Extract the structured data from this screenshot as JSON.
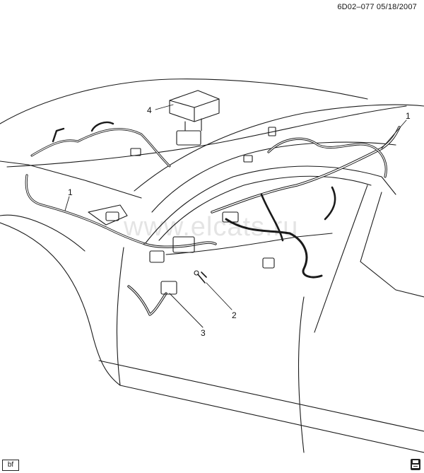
{
  "header": {
    "ref_code": "6D02–077  05/18/2007"
  },
  "footer": {
    "corner_tag": "bf"
  },
  "watermark": {
    "text": "www.elcats.ru"
  },
  "callouts": [
    {
      "id": "1a",
      "label": "1"
    },
    {
      "id": "1b",
      "label": "1"
    },
    {
      "id": "2",
      "label": "2"
    },
    {
      "id": "3",
      "label": "3"
    },
    {
      "id": "4",
      "label": "4"
    }
  ],
  "icons": {
    "print": "printer-icon"
  },
  "colors": {
    "line": "#1a1a1a",
    "background": "#ffffff"
  }
}
